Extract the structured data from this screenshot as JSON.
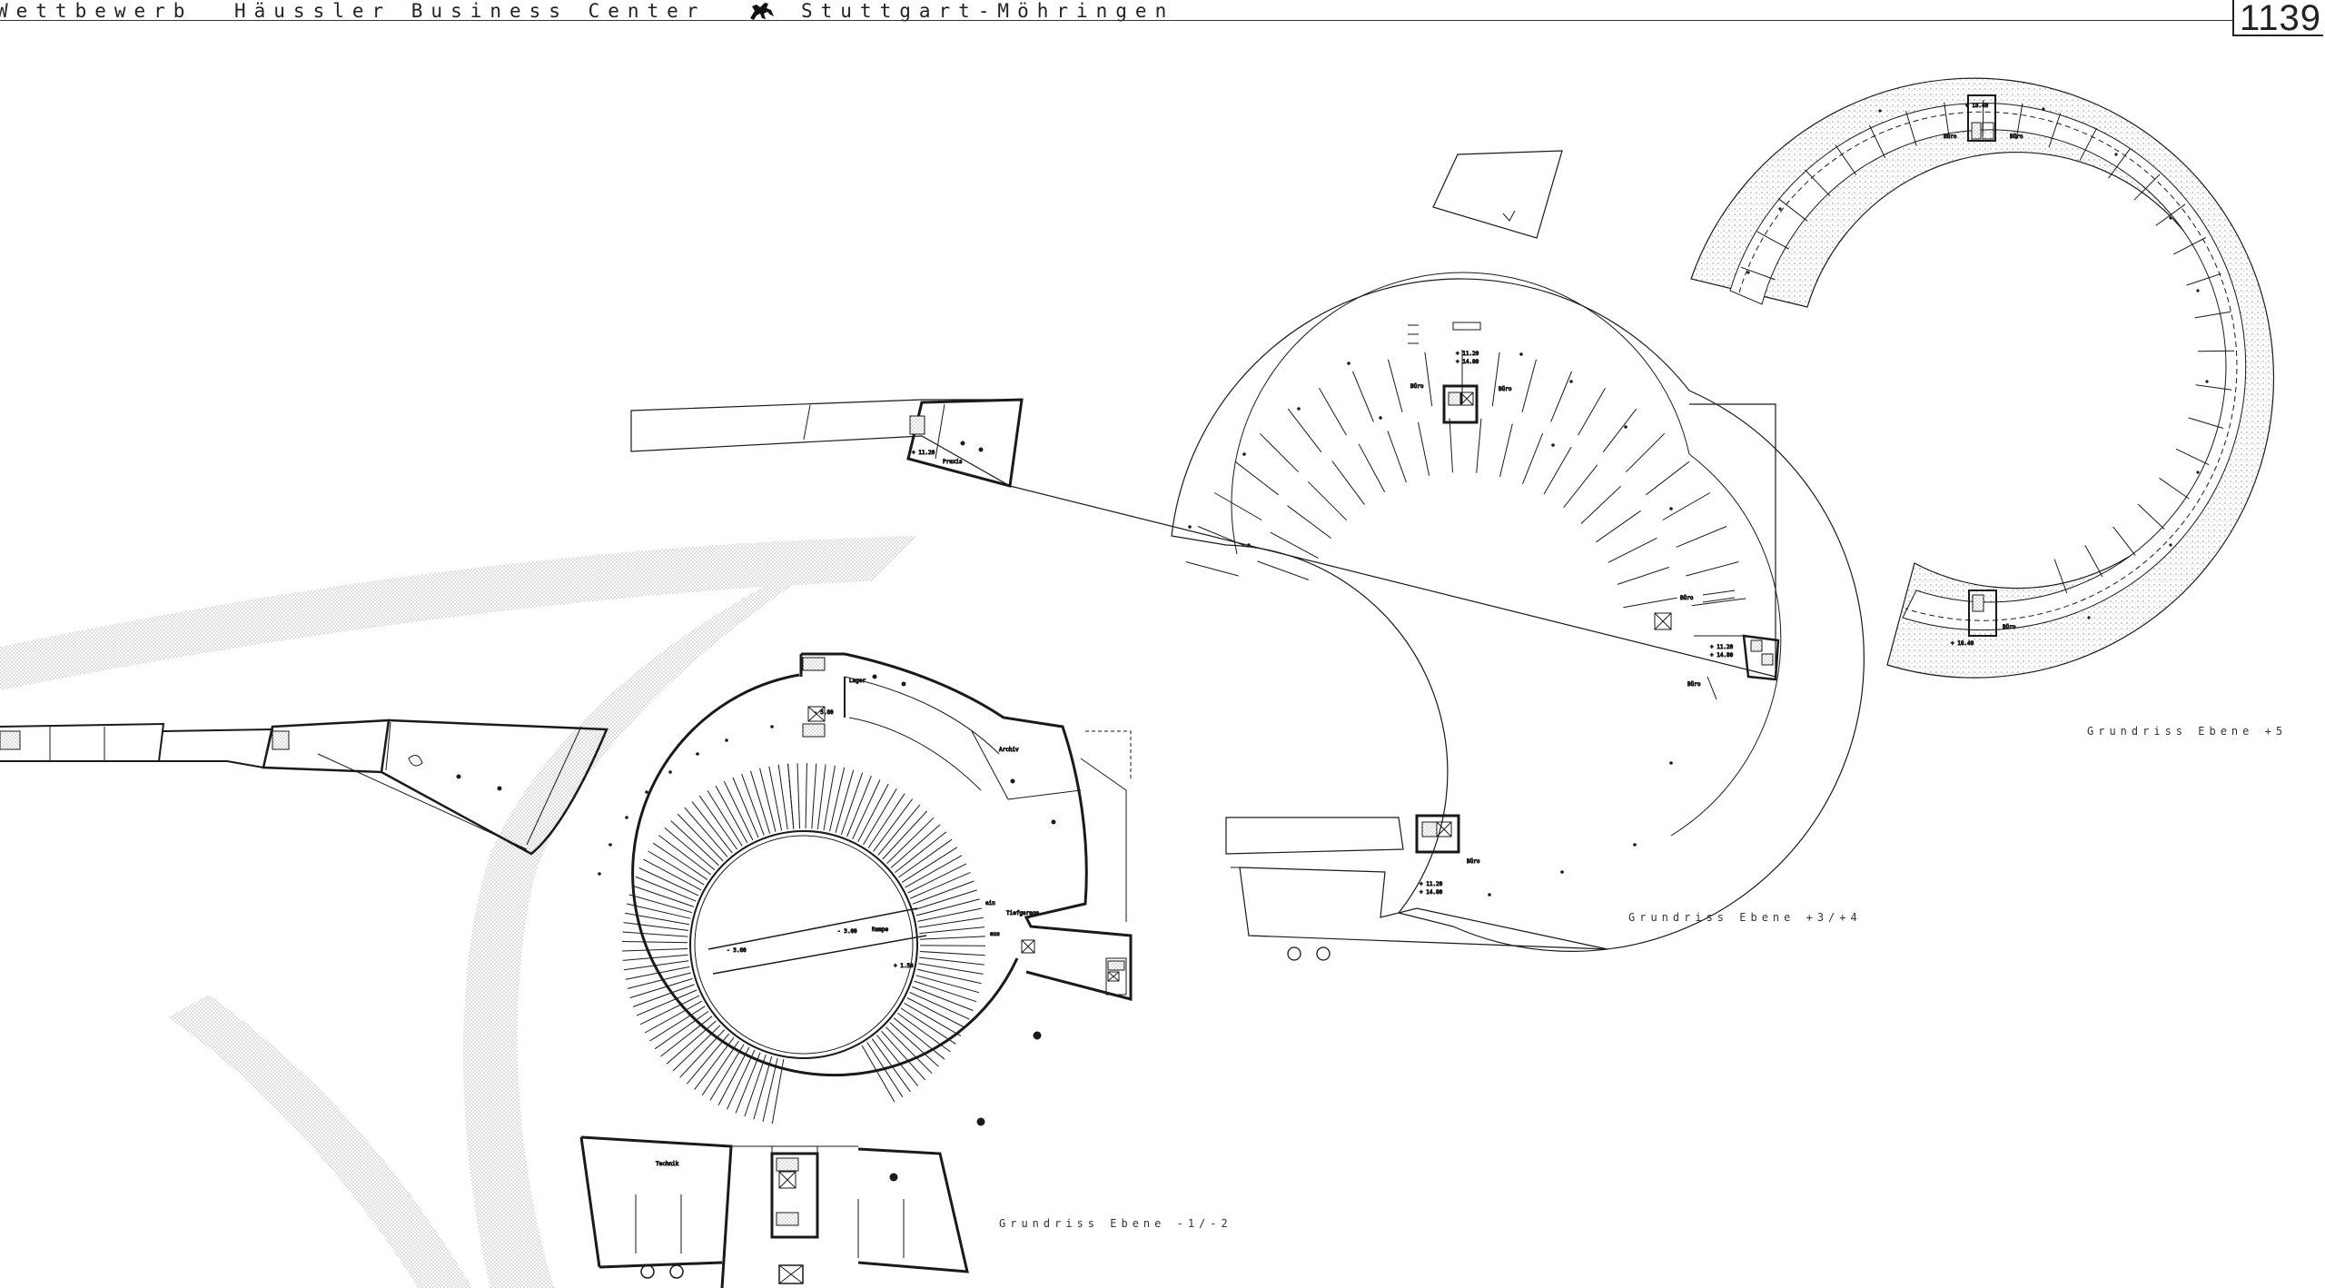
{
  "header": {
    "competition": "Wettbewerb",
    "project": "Häussler Business Center",
    "location": "Stuttgart-Möhringen",
    "sheet_number": "1139"
  },
  "plans": {
    "lower": {
      "caption": "Grundriss Ebene -1/-2"
    },
    "middle": {
      "caption": "Grundriss Ebene +3/+4"
    },
    "upper": {
      "caption": "Grundriss Ebene +5"
    }
  },
  "labels": {
    "praxis": "Praxis",
    "lager": "Lager",
    "archiv": "Archiv",
    "tiefgarage": "Tiefgarage",
    "ein": "ein",
    "aus": "aus",
    "rampe": "Rampe",
    "technik": "Technik",
    "buero": "Büro",
    "lvl_m360": "- 3.60",
    "lvl_m580": "- 5.80",
    "lvl_m300": "- 3.00",
    "lvl_150": "+ 1.50",
    "lvl_1120": "+ 11.20",
    "lvl_1480": "+ 14.80",
    "lvl_1840": "+ 18.40",
    "lvl_1120_b": "+ 11.20",
    "lvl_1480_b": "+ 14.80",
    "lvl_1120_c": "+ 11.20",
    "lvl_1480_c": "+ 14.80",
    "lvl_1840_b": "+ 18.40",
    "lvl_1120_d": "+ 11.20"
  },
  "colors": {
    "ink": "#1a1a1a",
    "hatch": "#c8c8c8",
    "paper": "#ffffff"
  }
}
